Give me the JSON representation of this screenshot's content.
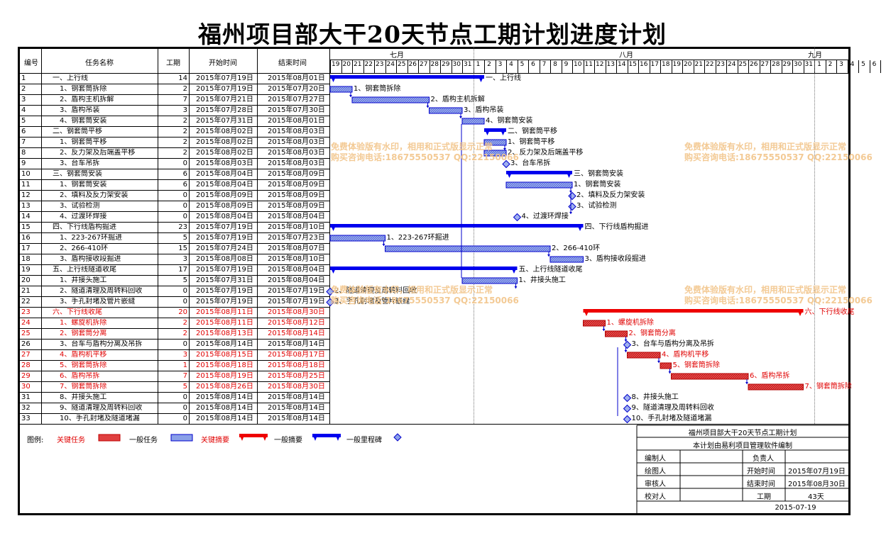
{
  "title": "福州项目部大干20天节点工期计划进度计划",
  "headers": {
    "id": "编号",
    "name": "任务名称",
    "dur": "工期",
    "start": "开始时间",
    "end": "结束时间"
  },
  "months": [
    "七月",
    "八月",
    "九月"
  ],
  "july_days": [
    "19",
    "20",
    "21",
    "22",
    "23",
    "24",
    "25",
    "26",
    "27",
    "28",
    "29",
    "30",
    "31"
  ],
  "aug_days": [
    "1",
    "2",
    "3",
    "4",
    "5",
    "6",
    "7",
    "8",
    "9",
    "10",
    "11",
    "12",
    "13",
    "14",
    "15",
    "16",
    "17",
    "18",
    "19",
    "20",
    "21",
    "22",
    "23",
    "24",
    "25",
    "26",
    "27",
    "28",
    "29",
    "30",
    "31"
  ],
  "sep_days": [
    "1",
    "2",
    "3",
    "4",
    "5",
    "6"
  ],
  "tasks": [
    {
      "id": "1",
      "name": "一、上行线",
      "dur": "14",
      "start": "2015年07月19日",
      "end": "2015年08月01日",
      "label": "一、上行线",
      "kind": "summary",
      "s": 0,
      "e": 13,
      "crit": false
    },
    {
      "id": "2",
      "name": "1、钢套筒拆除",
      "dur": "2",
      "start": "2015年07月19日",
      "end": "2015年07月20日",
      "label": "1、钢套筒拆除",
      "kind": "task",
      "s": 0,
      "e": 1,
      "crit": false
    },
    {
      "id": "3",
      "name": "2、盾构主机拆解",
      "dur": "7",
      "start": "2015年07月21日",
      "end": "2015年07月27日",
      "label": "2、盾构主机拆解",
      "kind": "task",
      "s": 2,
      "e": 8,
      "crit": false
    },
    {
      "id": "4",
      "name": "3、盾构吊装",
      "dur": "3",
      "start": "2015年07月28日",
      "end": "2015年07月30日",
      "label": "3、盾构吊装",
      "kind": "task",
      "s": 9,
      "e": 11,
      "crit": false
    },
    {
      "id": "5",
      "name": "4、钢套筒安装",
      "dur": "2",
      "start": "2015年07月31日",
      "end": "2015年08月01日",
      "label": "4、钢套筒安装",
      "kind": "task",
      "s": 12,
      "e": 13,
      "crit": false
    },
    {
      "id": "6",
      "name": "二、钢套筒平移",
      "dur": "2",
      "start": "2015年08月02日",
      "end": "2015年08月03日",
      "label": "二、钢套筒平移",
      "kind": "summary",
      "s": 14,
      "e": 15,
      "crit": false
    },
    {
      "id": "7",
      "name": "1、钢套筒平移",
      "dur": "2",
      "start": "2015年08月02日",
      "end": "2015年08月03日",
      "label": "1、钢套筒平移",
      "kind": "task",
      "s": 14,
      "e": 15,
      "crit": false
    },
    {
      "id": "8",
      "name": "2、反力架及后端盖平移",
      "dur": "2",
      "start": "2015年08月02日",
      "end": "2015年08月03日",
      "label": "2、反力架及后端盖平移",
      "kind": "task",
      "s": 14,
      "e": 15,
      "crit": false
    },
    {
      "id": "9",
      "name": "3、台车吊拆",
      "dur": "0",
      "start": "2015年08月03日",
      "end": "2015年08月03日",
      "label": "3、台车吊拆",
      "kind": "milestone",
      "s": 15,
      "e": 15,
      "crit": false
    },
    {
      "id": "10",
      "name": "三、钢套筒安装",
      "dur": "6",
      "start": "2015年08月04日",
      "end": "2015年08月09日",
      "label": "三、钢套筒安装",
      "kind": "summary",
      "s": 16,
      "e": 21,
      "crit": false
    },
    {
      "id": "11",
      "name": "1、钢套筒安装",
      "dur": "6",
      "start": "2015年08月04日",
      "end": "2015年08月09日",
      "label": "1、钢套筒安装",
      "kind": "task",
      "s": 16,
      "e": 21,
      "crit": false
    },
    {
      "id": "12",
      "name": "2、填料及反力架安装",
      "dur": "0",
      "start": "2015年08月09日",
      "end": "2015年08月09日",
      "label": "2、填料及反力架安装",
      "kind": "milestone",
      "s": 21,
      "e": 21,
      "crit": false
    },
    {
      "id": "13",
      "name": "3、试验检测",
      "dur": "0",
      "start": "2015年08月09日",
      "end": "2015年08月09日",
      "label": "3、试验检测",
      "kind": "milestone",
      "s": 21,
      "e": 21,
      "crit": false
    },
    {
      "id": "14",
      "name": "4、过渡环焊接",
      "dur": "0",
      "start": "2015年08月04日",
      "end": "2015年08月04日",
      "label": "4、过渡环焊接",
      "kind": "milestone",
      "s": 16,
      "e": 16,
      "crit": false
    },
    {
      "id": "15",
      "name": "四、下行线盾构掘进",
      "dur": "23",
      "start": "2015年07月19日",
      "end": "2015年08月10日",
      "label": "四、下行线盾构掘进",
      "kind": "summary",
      "s": 0,
      "e": 22,
      "crit": false
    },
    {
      "id": "16",
      "name": "1、223-267环掘进",
      "dur": "5",
      "start": "2015年07月19日",
      "end": "2015年07月23日",
      "label": "1、223-267环掘进",
      "kind": "task",
      "s": 0,
      "e": 4,
      "crit": false
    },
    {
      "id": "17",
      "name": "2、266-410环",
      "dur": "15",
      "start": "2015年07月24日",
      "end": "2015年08月07日",
      "label": "2、266-410环",
      "kind": "task",
      "s": 5,
      "e": 19,
      "crit": false
    },
    {
      "id": "18",
      "name": "3、盾构接收段掘进",
      "dur": "3",
      "start": "2015年08月08日",
      "end": "2015年08月10日",
      "label": "3、盾构接收段掘进",
      "kind": "task",
      "s": 20,
      "e": 22,
      "crit": false
    },
    {
      "id": "19",
      "name": "五、上行线隧道收尾",
      "dur": "17",
      "start": "2015年07月19日",
      "end": "2015年08月04日",
      "label": "五、上行线隧道收尾",
      "kind": "summary",
      "s": 0,
      "e": 16,
      "crit": false
    },
    {
      "id": "20",
      "name": "1、井接头施工",
      "dur": "5",
      "start": "2015年07月31日",
      "end": "2015年08月04日",
      "label": "1、井接头施工",
      "kind": "task",
      "s": 12,
      "e": 16,
      "crit": false
    },
    {
      "id": "21",
      "name": "2、隧道清理及周转料回收",
      "dur": "0",
      "start": "2015年07月19日",
      "end": "2015年07月19日",
      "label": "2、隧道清理及周转料回收",
      "kind": "milestone",
      "s": 0,
      "e": 0,
      "crit": false
    },
    {
      "id": "22",
      "name": "3、手孔封堵及管片嵌缝",
      "dur": "0",
      "start": "2015年07月19日",
      "end": "2015年07月19日",
      "label": "3、手孔封堵及管片嵌缝",
      "kind": "milestone",
      "s": 0,
      "e": 0,
      "crit": false
    },
    {
      "id": "23",
      "name": "六、下行线收尾",
      "dur": "20",
      "start": "2015年08月11日",
      "end": "2015年08月30日",
      "label": "六、下行线收尾",
      "kind": "summary",
      "s": 23,
      "e": 42,
      "crit": true
    },
    {
      "id": "24",
      "name": "1、螺旋机拆除",
      "dur": "2",
      "start": "2015年08月11日",
      "end": "2015年08月12日",
      "label": "1、螺旋机拆除",
      "kind": "task",
      "s": 23,
      "e": 24,
      "crit": true
    },
    {
      "id": "25",
      "name": "2、钢套筒分离",
      "dur": "2",
      "start": "2015年08月13日",
      "end": "2015年08月14日",
      "label": "2、钢套筒分离",
      "kind": "task",
      "s": 25,
      "e": 26,
      "crit": true
    },
    {
      "id": "26",
      "name": "3、台车与盾构分离及吊拆",
      "dur": "0",
      "start": "2015年08月14日",
      "end": "2015年08月14日",
      "label": "3、台车与盾构分离及吊拆",
      "kind": "milestone",
      "s": 26,
      "e": 26,
      "crit": false
    },
    {
      "id": "27",
      "name": "4、盾构机平移",
      "dur": "3",
      "start": "2015年08月15日",
      "end": "2015年08月17日",
      "label": "4、盾构机平移",
      "kind": "task",
      "s": 27,
      "e": 29,
      "crit": true
    },
    {
      "id": "28",
      "name": "5、钢套筒拆除",
      "dur": "1",
      "start": "2015年08月18日",
      "end": "2015年08月18日",
      "label": "5、钢套筒拆除",
      "kind": "task",
      "s": 30,
      "e": 30,
      "crit": true
    },
    {
      "id": "29",
      "name": "6、盾构吊拆",
      "dur": "7",
      "start": "2015年08月19日",
      "end": "2015年08月25日",
      "label": "6、盾构吊拆",
      "kind": "task",
      "s": 31,
      "e": 37,
      "crit": true
    },
    {
      "id": "30",
      "name": "7、钢套筒拆除",
      "dur": "5",
      "start": "2015年08月26日",
      "end": "2015年08月30日",
      "label": "7、钢套筒拆除",
      "kind": "task",
      "s": 38,
      "e": 42,
      "crit": true
    },
    {
      "id": "31",
      "name": "8、井接头施工",
      "dur": "0",
      "start": "2015年08月14日",
      "end": "2015年08月14日",
      "label": "8、井接头施工",
      "kind": "milestone",
      "s": 26,
      "e": 26,
      "crit": false
    },
    {
      "id": "32",
      "name": "9、隧道清理及周转料回收",
      "dur": "0",
      "start": "2015年08月14日",
      "end": "2015年08月14日",
      "label": "9、隧道清理及周转料回收",
      "kind": "milestone",
      "s": 26,
      "e": 26,
      "crit": false
    },
    {
      "id": "33",
      "name": "10、手孔封堵及隧道堵漏",
      "dur": "0",
      "start": "2015年08月14日",
      "end": "2015年08月14日",
      "label": "10、手孔封堵及隧道堵漏",
      "kind": "milestone",
      "s": 26,
      "e": 26,
      "crit": false
    }
  ],
  "watermark": {
    "line1": "免费体验版有水印，相用和正式版显示正常",
    "line2": "购买咨询电话:18675550537 QQ:22150066"
  },
  "legend": {
    "label": "图例:",
    "critical_task": "关键任务",
    "normal_task": "一般任务",
    "critical_summary": "关键摘要",
    "normal_summary": "一般摘要",
    "milestone": "一般里程碑"
  },
  "info": {
    "project": "福州项目部大干20天节点工期计划",
    "software": "本计划由易利项目管理软件编制",
    "compiler": "编制人",
    "responsible": "负责人",
    "drawer": "绘图人",
    "start_label": "开始时间",
    "start_value": "2015年07月19日",
    "reviewer": "审核人",
    "end_label": "结束时间",
    "end_value": "2015年08月30日",
    "checker": "校对人",
    "duration_label": "工期",
    "duration_value": "43天",
    "date": "2015-07-19"
  },
  "colors": {
    "blue": "#0000ee",
    "red": "#ee0000",
    "taskfill": "#8aa0e8",
    "redfill": "#e04040"
  }
}
